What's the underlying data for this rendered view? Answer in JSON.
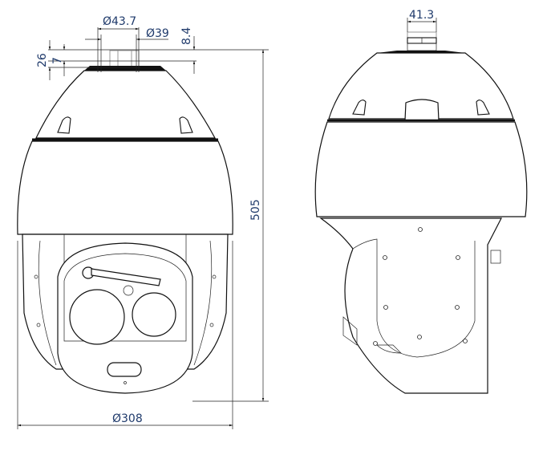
{
  "title": "Dome camera dimension drawing",
  "front_view": {
    "dimensions": {
      "mount_outer_diameter": "Ø43.7",
      "mount_inner_diameter": "Ø39",
      "mount_top_height": "8.4",
      "mount_total_height": "26",
      "mount_step_height": "7",
      "total_height": "505",
      "dome_diameter": "Ø308"
    }
  },
  "side_view": {
    "dimensions": {
      "mount_width": "41.3"
    }
  },
  "colors": {
    "dimension_text": "#1f3a6b",
    "lines": "#111111"
  }
}
